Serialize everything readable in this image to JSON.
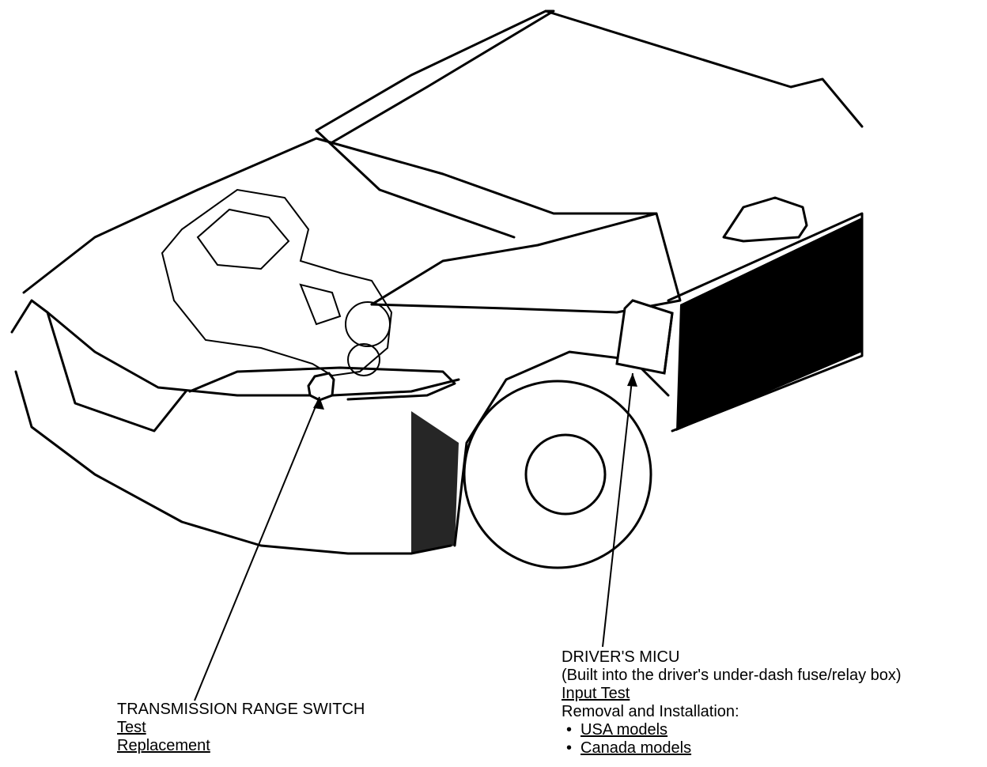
{
  "image_alt": "Front three-quarter view of a car with engine outline showing component locations",
  "callouts": {
    "trs": {
      "title": "TRANSMISSION RANGE SWITCH",
      "links": [
        "Test",
        "Replacement"
      ]
    },
    "micu": {
      "title": "DRIVER'S MICU",
      "subtitle": "(Built into the driver's under-dash fuse/relay box)",
      "input_test": "Input Test",
      "removal_heading": "Removal and Installation:",
      "bullet": "•",
      "bullets": [
        "USA models",
        "Canada models"
      ]
    }
  },
  "colors": {
    "ink": "#000000",
    "paper": "#ffffff"
  }
}
